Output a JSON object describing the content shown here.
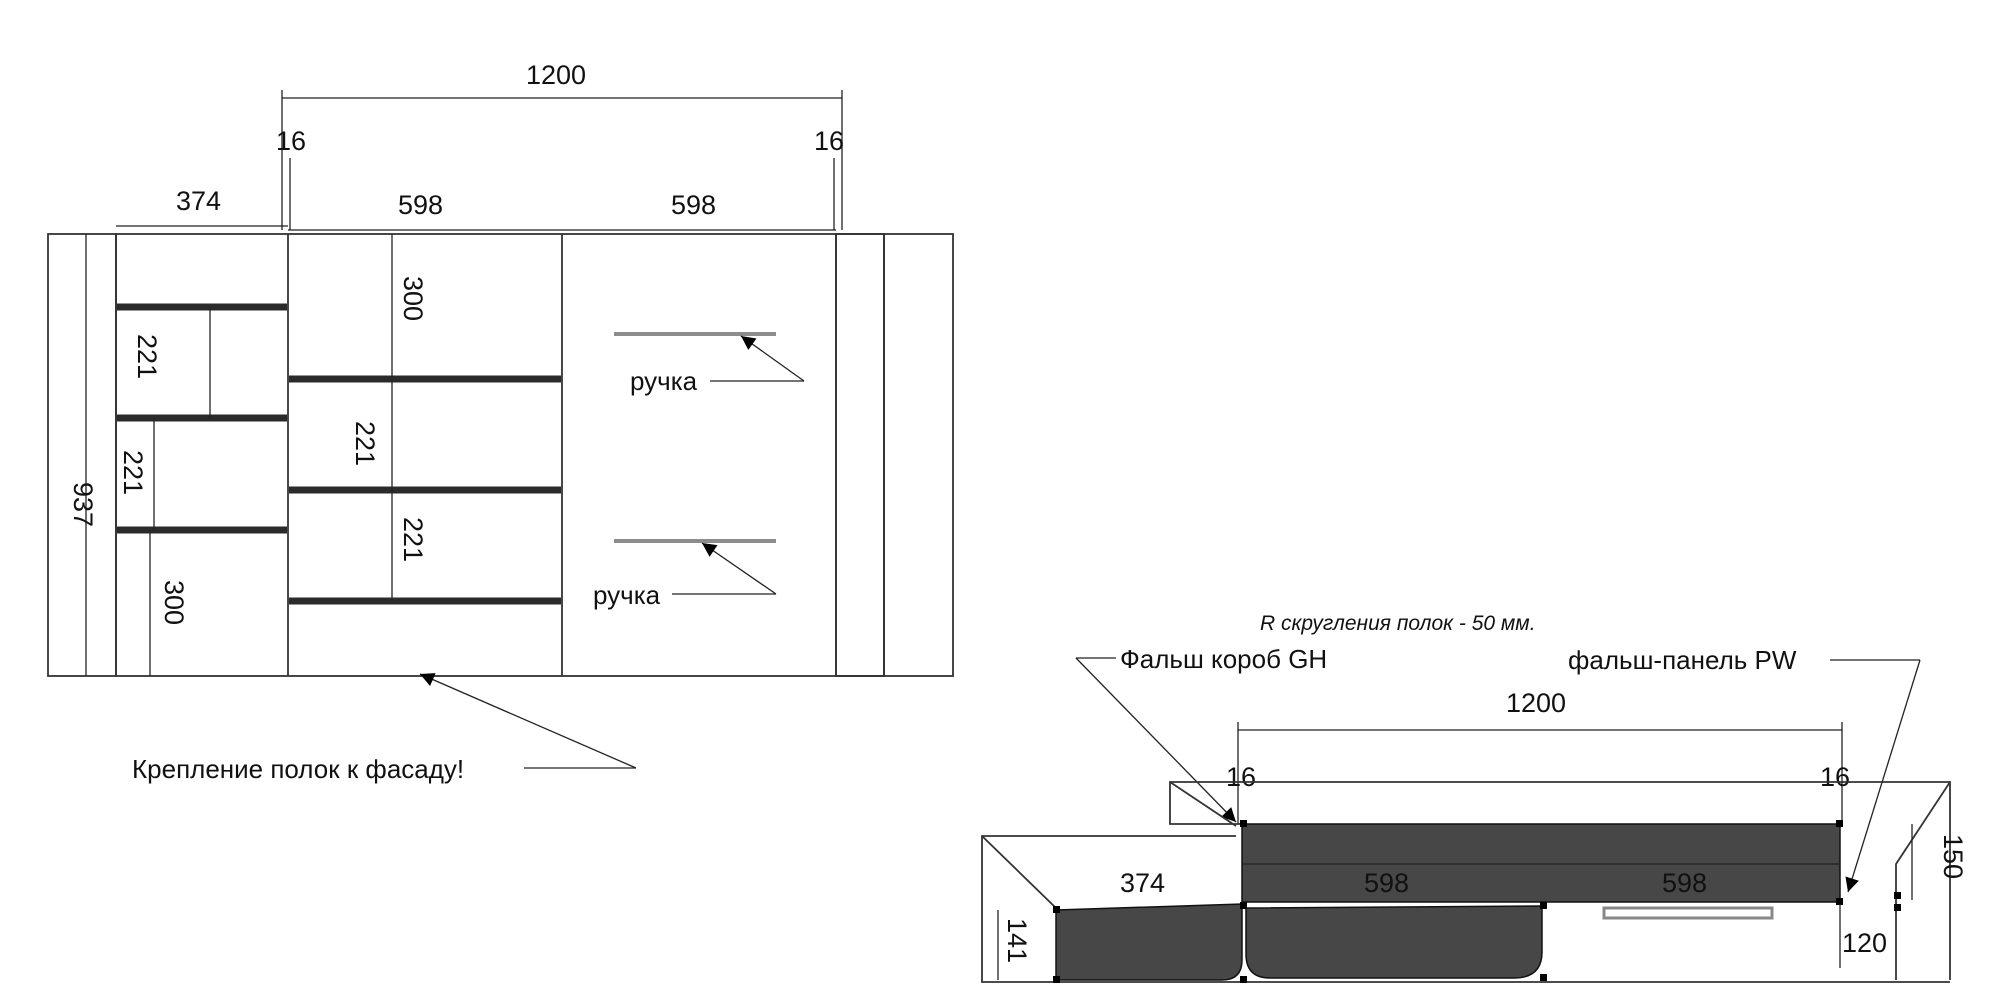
{
  "front_view": {
    "overall_width": "1200",
    "left_gap": "16",
    "right_gap": "16",
    "left_section_width": "374",
    "middle_section_width": "598",
    "right_section_width": "598",
    "height": "937",
    "left_col": [
      "221",
      "221",
      "300"
    ],
    "middle_col": [
      "300",
      "221",
      "221"
    ],
    "handle_label_1": "ручка",
    "handle_label_2": "ручка",
    "shelf_note": "Крепление полок к фасаду!"
  },
  "plan_view": {
    "radius_note": "R скругления полок - 50 мм.",
    "box_label": "Фальш короб GH",
    "panel_label": "фальш-панель PW",
    "overall_width": "1200",
    "left_gap": "16",
    "right_gap": "16",
    "left_section_width": "374",
    "middle_section_width": "598",
    "right_section_width": "598",
    "left_depth": "141",
    "right_depth": "150",
    "right_small": "120"
  }
}
